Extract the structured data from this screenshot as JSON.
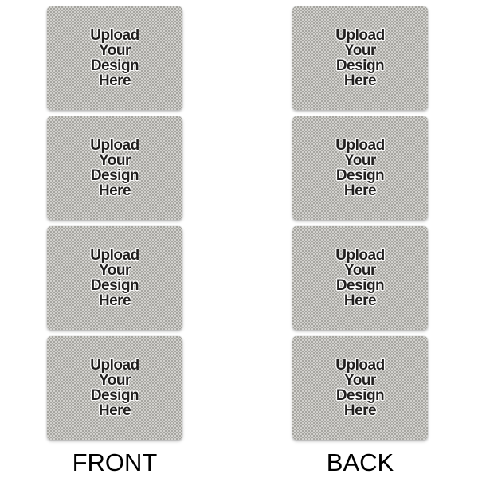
{
  "placeholder": {
    "lines": [
      "Upload",
      "Your",
      "Design",
      "Here"
    ]
  },
  "front": {
    "label": "FRONT",
    "placemat_count": 4
  },
  "back": {
    "label": "BACK",
    "placemat_count": 4
  },
  "colors": {
    "checker_light": "#d2d1cd",
    "checker_dark": "#a6a5a0",
    "placeholder_text": "#211f1e",
    "label_text": "#000000",
    "page_bg": "#ffffff"
  }
}
